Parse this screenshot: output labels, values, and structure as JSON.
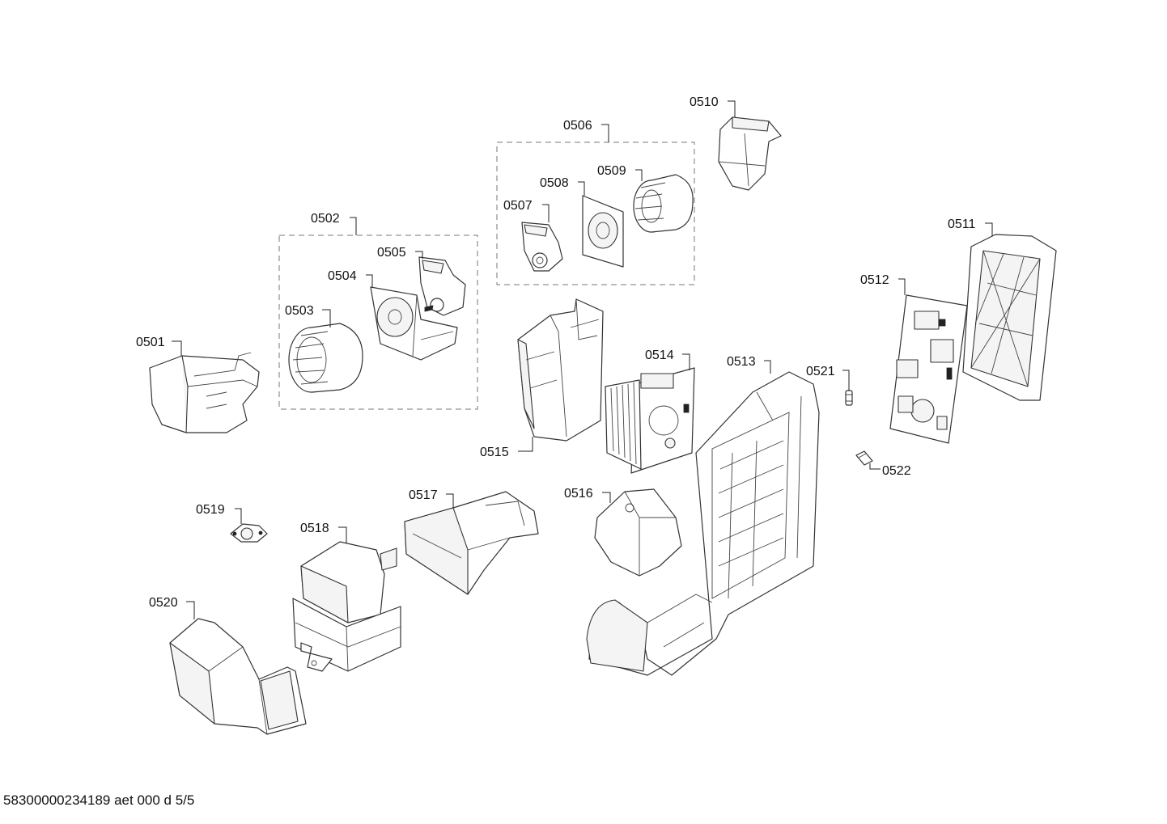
{
  "labels": {
    "p0501": "0501",
    "p0502": "0502",
    "p0503": "0503",
    "p0504": "0504",
    "p0505": "0505",
    "p0506": "0506",
    "p0507": "0507",
    "p0508": "0508",
    "p0509": "0509",
    "p0510": "0510",
    "p0511": "0511",
    "p0512": "0512",
    "p0513": "0513",
    "p0514": "0514",
    "p0515": "0515",
    "p0516": "0516",
    "p0517": "0517",
    "p0518": "0518",
    "p0519": "0519",
    "p0520": "0520",
    "p0521": "0521",
    "p0522": "0522"
  },
  "footer": {
    "drawing_id": "58300000234189 aet 000 d 5/5"
  }
}
